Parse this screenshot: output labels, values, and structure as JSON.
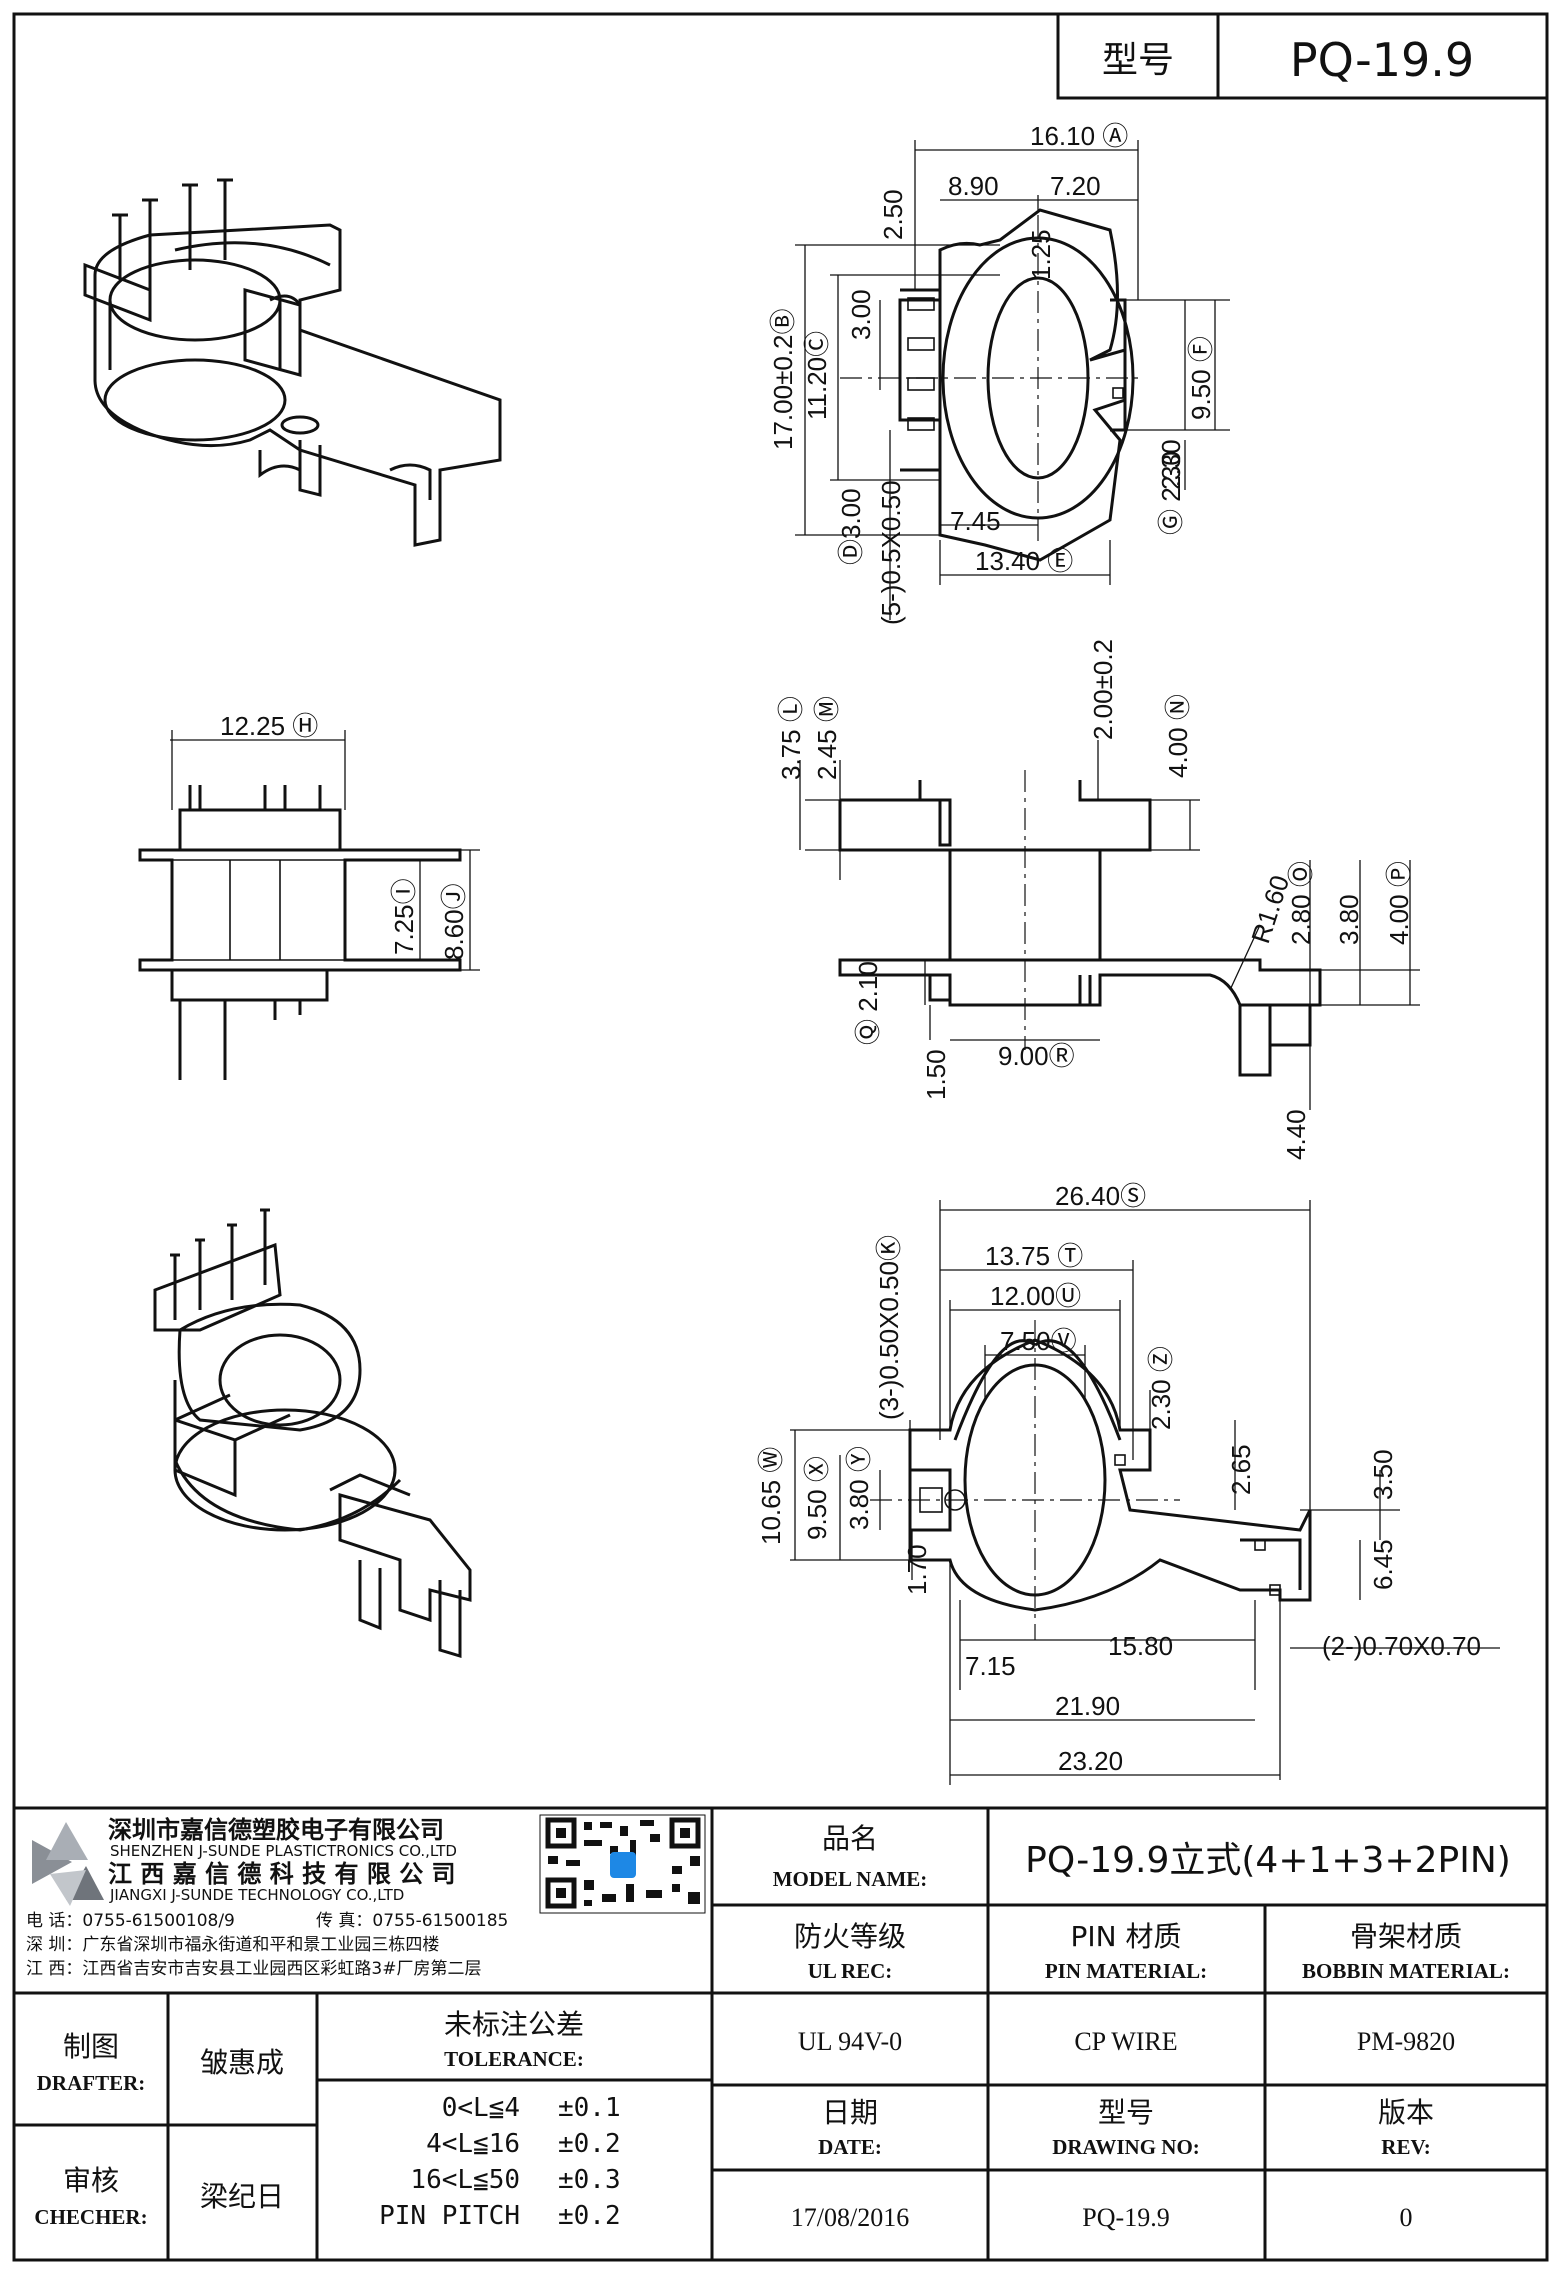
{
  "header": {
    "model_label": "型号",
    "model_value": "PQ-19.9"
  },
  "dims": {
    "top": [
      "16.10 Ⓐ",
      "8.90",
      "7.20",
      "2.50",
      "1.25",
      "17.00±0.2Ⓑ",
      "11.20Ⓒ",
      "3.00",
      "9.50 Ⓕ",
      "2.30",
      "Ⓖ 2.30",
      "(5-)0.5X0.50",
      "Ⓓ3.00",
      "7.45",
      "13.40 Ⓔ"
    ],
    "mid": [
      "12.25 Ⓗ",
      "7.25Ⓘ",
      "8.60Ⓙ",
      "3.75 Ⓛ",
      "2.45 Ⓜ",
      "2.00±0.2",
      "4.00 Ⓝ",
      "2.80 Ⓞ",
      "3.80",
      "4.00 Ⓟ",
      "R1.60",
      "Ⓠ 2.10",
      "1.50",
      "9.00Ⓡ",
      "4.40"
    ],
    "bot": [
      "26.40Ⓢ",
      "13.75 Ⓣ",
      "12.00Ⓤ",
      "7.50Ⓥ",
      "(3-)0.50X0.50Ⓚ",
      "2.30 Ⓩ",
      "2.65",
      "3.50",
      "10.65 Ⓦ",
      "9.50 Ⓧ",
      "3.80 Ⓨ",
      "1.70",
      "6.45",
      "7.15",
      "15.80",
      "(2-)0.70X0.70",
      "21.90",
      "23.20"
    ]
  },
  "company": {
    "name_cn": "深圳市嘉信德塑胶电子有限公司",
    "name_en": "SHENZHEN J-SUNDE PLASTICTRONICS CO.,LTD",
    "name2_cn": "江 西 嘉 信 德 科 技 有 限 公 司",
    "name2_en": "JIANGXI J-SUNDE TECHNOLOGY CO.,LTD",
    "phone": "电 话：0755-61500108/9",
    "fax": "传 真：0755-61500185",
    "addr_sz": "深 圳：广东省深圳市福永街道和平和景工业园三栋四楼",
    "addr_jx": "江 西：江西省吉安市吉安县工业园西区彩虹路3#厂房第二层"
  },
  "titleblock": {
    "product_name_cn": "品名",
    "product_name_en": "MODEL NAME:",
    "product_name_value": "PQ-19.9立式(4+1+3+2PIN)",
    "ul_cn": "防火等级",
    "ul_en": "UL REC:",
    "ul_value": "UL 94V-0",
    "pin_cn": "PIN 材质",
    "pin_en": "PIN MATERIAL:",
    "pin_value": "CP WIRE",
    "bobbin_cn": "骨架材质",
    "bobbin_en": "BOBBIN MATERIAL:",
    "bobbin_value": "PM-9820",
    "drafter_cn": "制图",
    "drafter_en": "DRAFTER:",
    "drafter_value": "皱惠成",
    "checker_cn": "审核",
    "checker_en": "CHECHER:",
    "checker_value": "梁纪日",
    "tol_cn": "未标注公差",
    "tol_en": "TOLERANCE:",
    "tolerances": [
      {
        "range": "0<L≦4",
        "value": "±0.1"
      },
      {
        "range": "4<L≦16",
        "value": "±0.2"
      },
      {
        "range": "16<L≦50",
        "value": "±0.3"
      },
      {
        "range": "PIN PITCH",
        "value": "±0.2"
      }
    ],
    "date_cn": "日期",
    "date_en": "DATE:",
    "date_value": "17/08/2016",
    "dwg_cn": "型号",
    "dwg_en": "DRAWING NO:",
    "dwg_value": "PQ-19.9",
    "rev_cn": "版本",
    "rev_en": "REV:",
    "rev_value": "0"
  },
  "colors": {
    "line": "#111111",
    "logo_grey": "#8a8f96",
    "qr_blue": "#1e88e5"
  }
}
